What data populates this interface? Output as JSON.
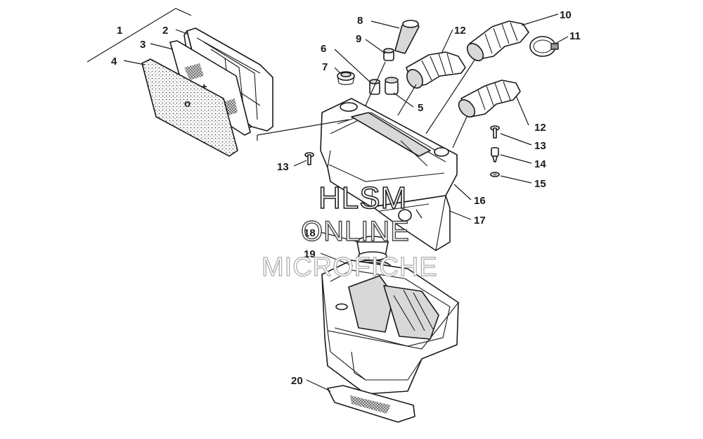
{
  "watermark": {
    "line1": "HLSM",
    "line2": "ONLINE",
    "line3": "MICROFICHE"
  },
  "callouts": [
    {
      "id": "c1",
      "text": "1"
    },
    {
      "id": "c2",
      "text": "2"
    },
    {
      "id": "c3",
      "text": "3"
    },
    {
      "id": "c4",
      "text": "4"
    },
    {
      "id": "c5",
      "text": "5"
    },
    {
      "id": "c6",
      "text": "6"
    },
    {
      "id": "c7",
      "text": "7"
    },
    {
      "id": "c8",
      "text": "8"
    },
    {
      "id": "c9",
      "text": "9"
    },
    {
      "id": "c10",
      "text": "10"
    },
    {
      "id": "c11",
      "text": "11"
    },
    {
      "id": "c12a",
      "text": "12"
    },
    {
      "id": "c12b",
      "text": "12"
    },
    {
      "id": "c13a",
      "text": "13"
    },
    {
      "id": "c13b",
      "text": "13"
    },
    {
      "id": "c14",
      "text": "14"
    },
    {
      "id": "c15",
      "text": "15"
    },
    {
      "id": "c16",
      "text": "16"
    },
    {
      "id": "c17",
      "text": "17"
    },
    {
      "id": "c18",
      "text": "18"
    },
    {
      "id": "c19",
      "text": "19"
    },
    {
      "id": "c20",
      "text": "20"
    }
  ]
}
